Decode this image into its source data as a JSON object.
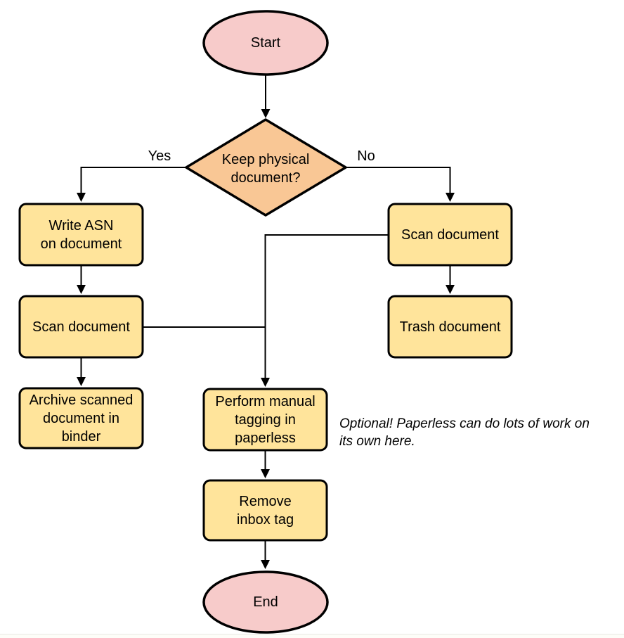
{
  "diagram": {
    "type": "flowchart",
    "colors": {
      "terminal_fill": "#f7cbca",
      "decision_fill": "#f9c795",
      "process_fill": "#ffe49b",
      "stroke": "#000000",
      "edge": "#000000",
      "bottom_divider": "#e8e8e3"
    },
    "nodes": {
      "start": {
        "label": "Start",
        "shape": "ellipse"
      },
      "decision": {
        "label": "Keep physical\ndocument?",
        "shape": "diamond"
      },
      "write_asn": {
        "label": "Write ASN\non document",
        "shape": "rect"
      },
      "scan_left": {
        "label": "Scan document",
        "shape": "rect"
      },
      "archive": {
        "label": "Archive scanned\ndocument in\nbinder",
        "shape": "rect"
      },
      "scan_right": {
        "label": "Scan document",
        "shape": "rect"
      },
      "trash": {
        "label": "Trash document",
        "shape": "rect"
      },
      "tagging": {
        "label": "Perform manual\ntagging in\npaperless",
        "shape": "rect"
      },
      "remove_inbox": {
        "label": "Remove\ninbox tag",
        "shape": "rect"
      },
      "end": {
        "label": "End",
        "shape": "ellipse"
      }
    },
    "edge_labels": {
      "yes": "Yes",
      "no": "No"
    },
    "annotation": {
      "text": "Optional! Paperless can do lots of work on\nits own here."
    }
  }
}
